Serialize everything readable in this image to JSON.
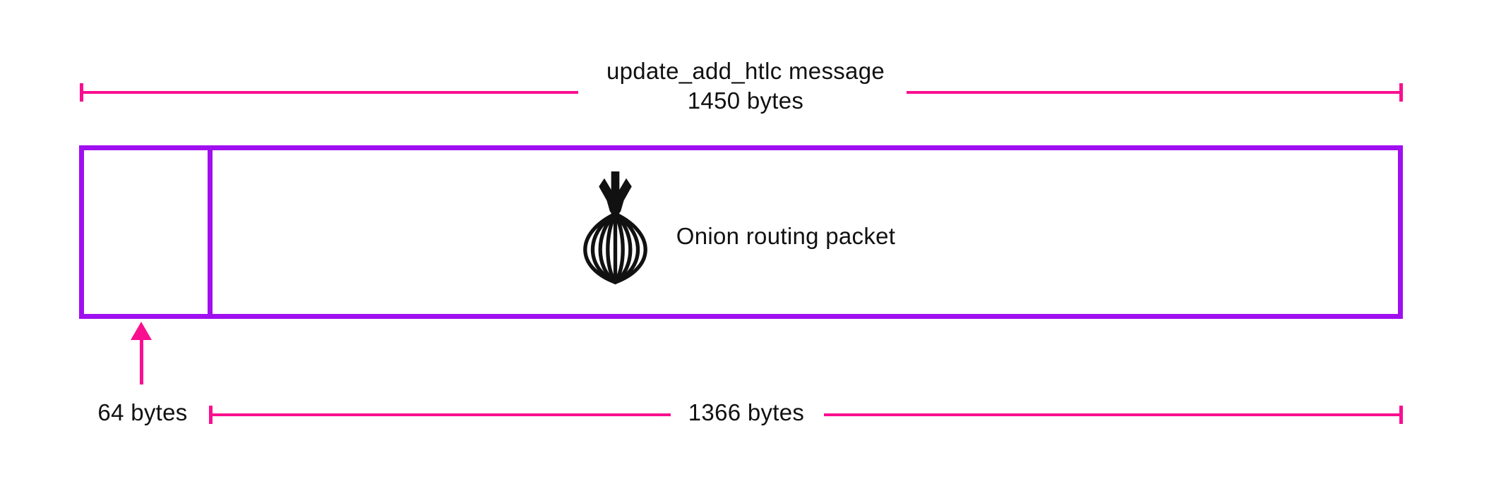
{
  "title": {
    "line1": "update_add_htlc message",
    "line2": "1450 bytes"
  },
  "packet": {
    "small_field": {
      "size_label": "64 bytes"
    },
    "large_field": {
      "label": "Onion routing packet",
      "icon": "onion-icon",
      "size_label": "1366 bytes"
    }
  },
  "colors": {
    "dimension_pink": "#FA0F90",
    "box_purple": "#A00FF0",
    "ink": "#111111",
    "background": "#FFFFFF"
  }
}
